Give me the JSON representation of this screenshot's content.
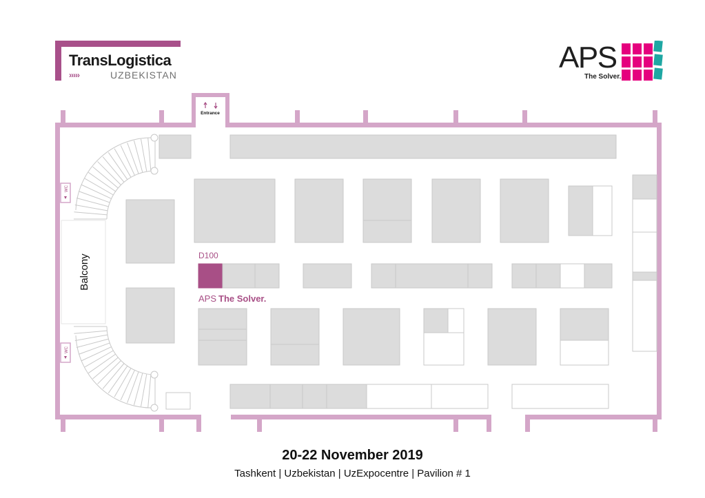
{
  "logos": {
    "translogistica": {
      "title": "TransLogistica",
      "arrows": "›››››",
      "subtitle": "UZBEKISTAN",
      "color": "#a8508a"
    },
    "aps": {
      "name": "APS",
      "tagline": "The Solver.",
      "colors": {
        "magenta": "#e5007e",
        "teal": "#1ea7a3",
        "dark": "#1f1f1f"
      }
    }
  },
  "plan": {
    "wall_color": "#d4a6c8",
    "booth_color": "#dcdcdc",
    "highlight_color": "#a84f86",
    "entrance": {
      "label": "Entrance",
      "icon": "entrance-arrows-icon"
    },
    "balcony": {
      "label": "Balcony"
    },
    "wc": [
      {
        "label": "WC",
        "icon": "toilet-icon"
      },
      {
        "label": "WC",
        "icon": "toilet-icon"
      }
    ],
    "exhibitor": {
      "booth_id": "D100",
      "name": "APS",
      "tagline": "The Solver."
    }
  },
  "footer": {
    "date": "20-22 November 2019",
    "location": "Tashkent  |  Uzbekistan |  UzExpocentre | Pavilion # 1"
  }
}
